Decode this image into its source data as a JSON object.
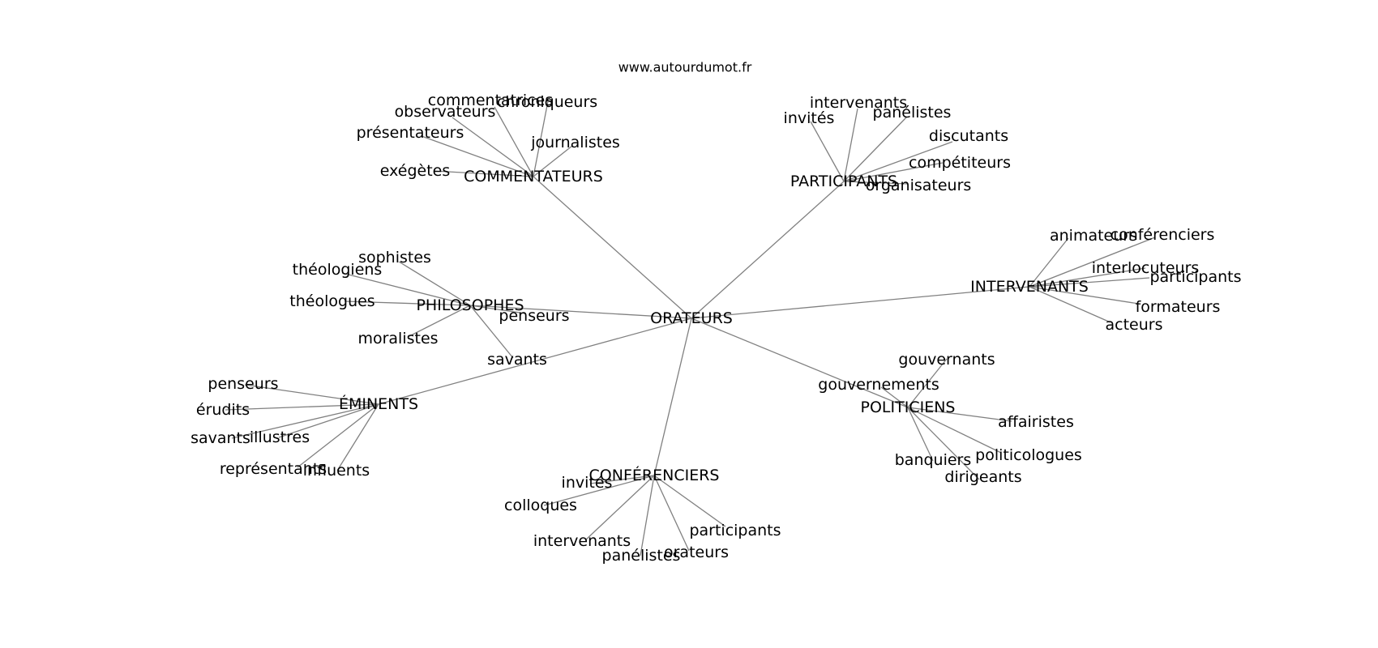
{
  "site": "www.autourdumot.fr",
  "center": "ORATEURS",
  "hubs": [
    {
      "id": "commentateurs",
      "label": "COMMENTATEURS",
      "leaves": [
        "commentatrices",
        "chroniqueurs",
        "observateurs",
        "journalistes",
        "présentateurs",
        "exégètes"
      ]
    },
    {
      "id": "participants",
      "label": "PARTICIPANTS",
      "leaves": [
        "intervenants",
        "invités",
        "panélistes",
        "discutants",
        "compétiteurs",
        "organisateurs"
      ]
    },
    {
      "id": "philosophes",
      "label": "PHILOSOPHES",
      "leaves": [
        "sophistes",
        "théologiens",
        "théologues",
        "penseurs",
        "moralistes",
        "savants"
      ]
    },
    {
      "id": "intervenants",
      "label": "INTERVENANTS",
      "leaves": [
        "animateurs",
        "conférenciers",
        "interlocuteurs",
        "participants",
        "formateurs",
        "acteurs"
      ]
    },
    {
      "id": "eminents",
      "label": "ÉMINENTS",
      "leaves": [
        "penseurs",
        "érudits",
        "savants",
        "illustres",
        "représentants",
        "influents"
      ]
    },
    {
      "id": "politiciens",
      "label": "POLITICIENS",
      "leaves": [
        "gouvernants",
        "gouvernements",
        "affairistes",
        "politicologues",
        "banquiers",
        "dirigeants"
      ]
    },
    {
      "id": "conferenciers",
      "label": "CONFÉRENCIERS",
      "leaves": [
        "invités",
        "colloques",
        "intervenants",
        "participants",
        "orateurs",
        "panélistes"
      ]
    }
  ]
}
